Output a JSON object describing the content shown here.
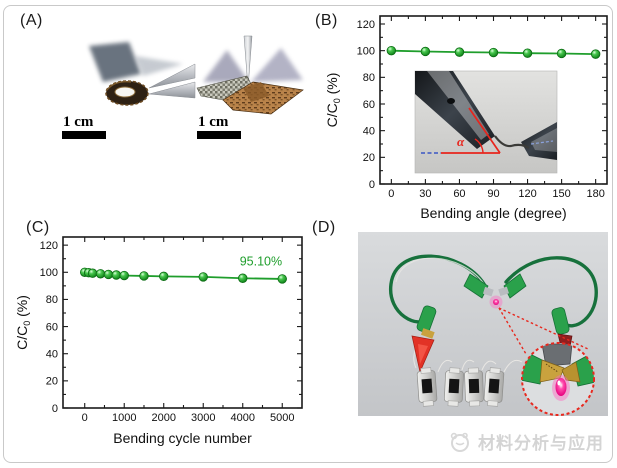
{
  "panels": {
    "a": {
      "label": "(A)",
      "scalebar_left": "1 cm",
      "scalebar_right": "1 cm"
    },
    "b": {
      "label": "(B)",
      "inset_angle_label": "α"
    },
    "c": {
      "label": "(C)"
    },
    "d": {
      "label": "(D)"
    }
  },
  "watermark": {
    "text": "材料分析与应用"
  },
  "colors": {
    "plot_green": "#1f9e2c",
    "annotation_red": "#e8251d",
    "guide_blue": "#3a56c4"
  },
  "chart_data": [
    {
      "id": "bending-angle",
      "type": "line",
      "xlabel": "Bending angle (degree)",
      "ylabel": {
        "main": "C/C",
        "sub": "0",
        "suffix": " (%)"
      },
      "x": [
        0,
        30,
        60,
        90,
        120,
        150,
        180
      ],
      "values": [
        100,
        99.4,
        98.9,
        98.6,
        98.1,
        97.9,
        97.4
      ],
      "xlim": [
        -10,
        190
      ],
      "ylim": [
        0,
        126
      ],
      "xticks": [
        0,
        30,
        60,
        90,
        120,
        150,
        180
      ],
      "yticks": [
        0,
        20,
        40,
        60,
        80,
        100,
        120
      ],
      "line_color": "#1f9e2c",
      "legend": "none",
      "grid": false
    },
    {
      "id": "bending-cycles",
      "type": "line",
      "xlabel": "Bending cycle number",
      "ylabel": {
        "main": "C/C",
        "sub": "0",
        "suffix": " (%)"
      },
      "x": [
        0,
        100,
        200,
        400,
        600,
        800,
        1000,
        1500,
        2000,
        3000,
        4000,
        5000
      ],
      "values": [
        100,
        99.7,
        99.3,
        98.9,
        98.4,
        98.0,
        97.6,
        97.3,
        97.0,
        96.6,
        95.6,
        95.1
      ],
      "xlim": [
        -550,
        5500
      ],
      "ylim": [
        0,
        126
      ],
      "xticks": [
        0,
        1000,
        2000,
        3000,
        4000,
        5000
      ],
      "yticks": [
        0,
        20,
        40,
        60,
        80,
        100,
        120
      ],
      "annotation": {
        "text": "95.10%",
        "x": 4460,
        "y": 105
      },
      "line_color": "#1f9e2c",
      "legend": "none",
      "grid": false
    }
  ]
}
